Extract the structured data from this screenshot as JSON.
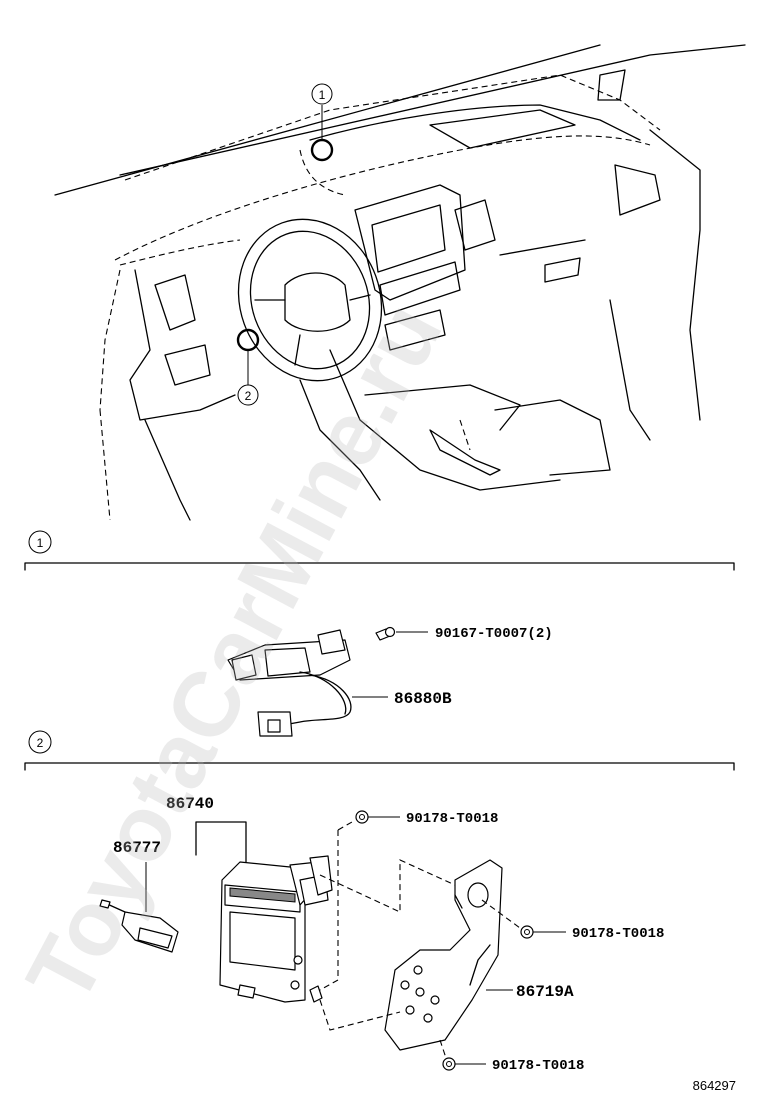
{
  "watermark": "ToyotaCarMine.ru",
  "views": [
    {
      "number": "1"
    },
    {
      "number": "2"
    }
  ],
  "callouts": {
    "overview_1": "1",
    "overview_2": "2",
    "section_1": "1",
    "section_2": "2"
  },
  "parts": {
    "p_90167_T0007": "90167-T0007(2)",
    "p_86880B": "86880B",
    "p_86740": "86740",
    "p_86777": "86777",
    "p_90178_T0018_a": "90178-T0018",
    "p_90178_T0018_b": "90178-T0018",
    "p_86719A": "86719A",
    "p_90178_T0018_c": "90178-T0018"
  },
  "diagram_id": "864297"
}
